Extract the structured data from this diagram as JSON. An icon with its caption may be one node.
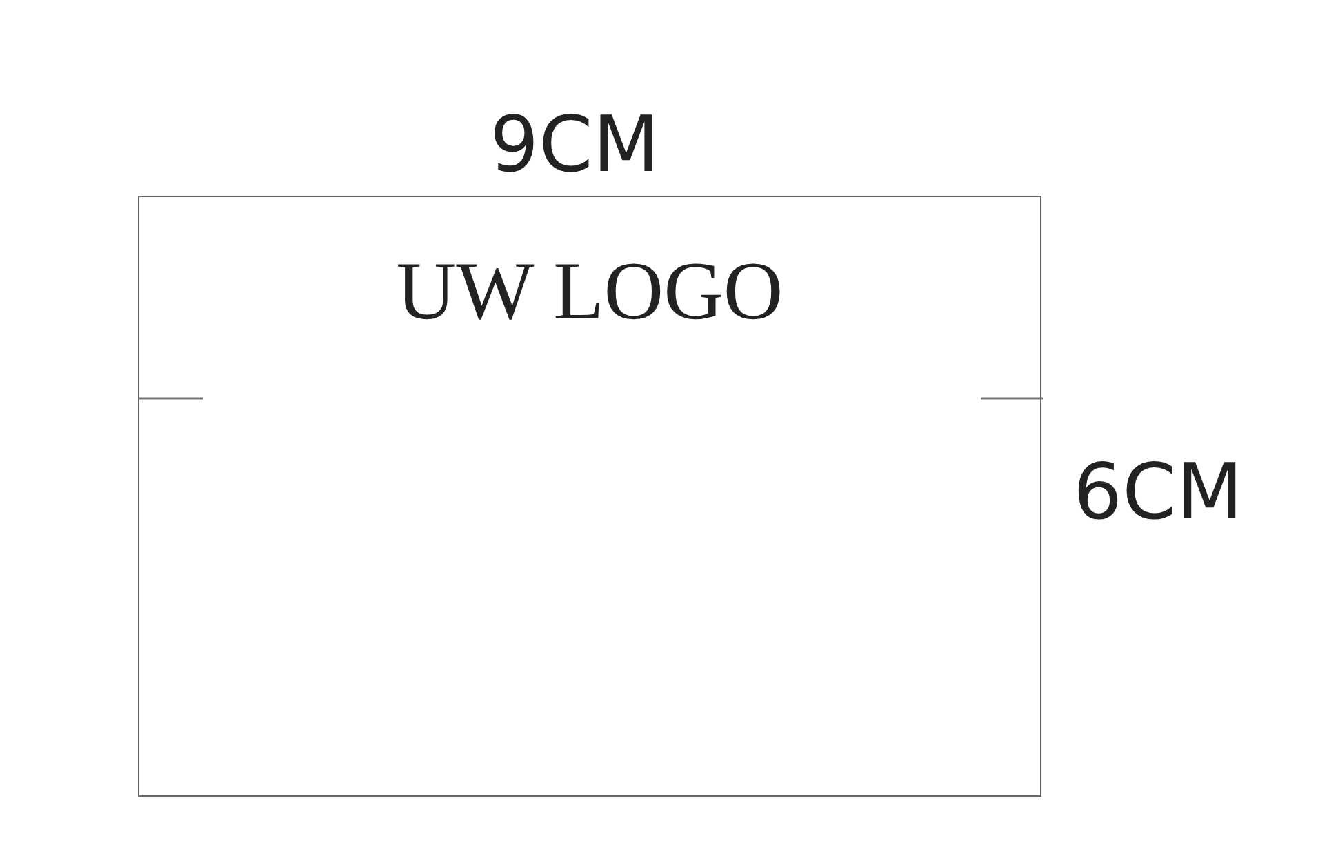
{
  "diagram": {
    "nodes": [
      {
        "text": [
          "UW LOGO"
        ]
      }
    ],
    "labels": [
      "9CM",
      "6CM"
    ]
  }
}
